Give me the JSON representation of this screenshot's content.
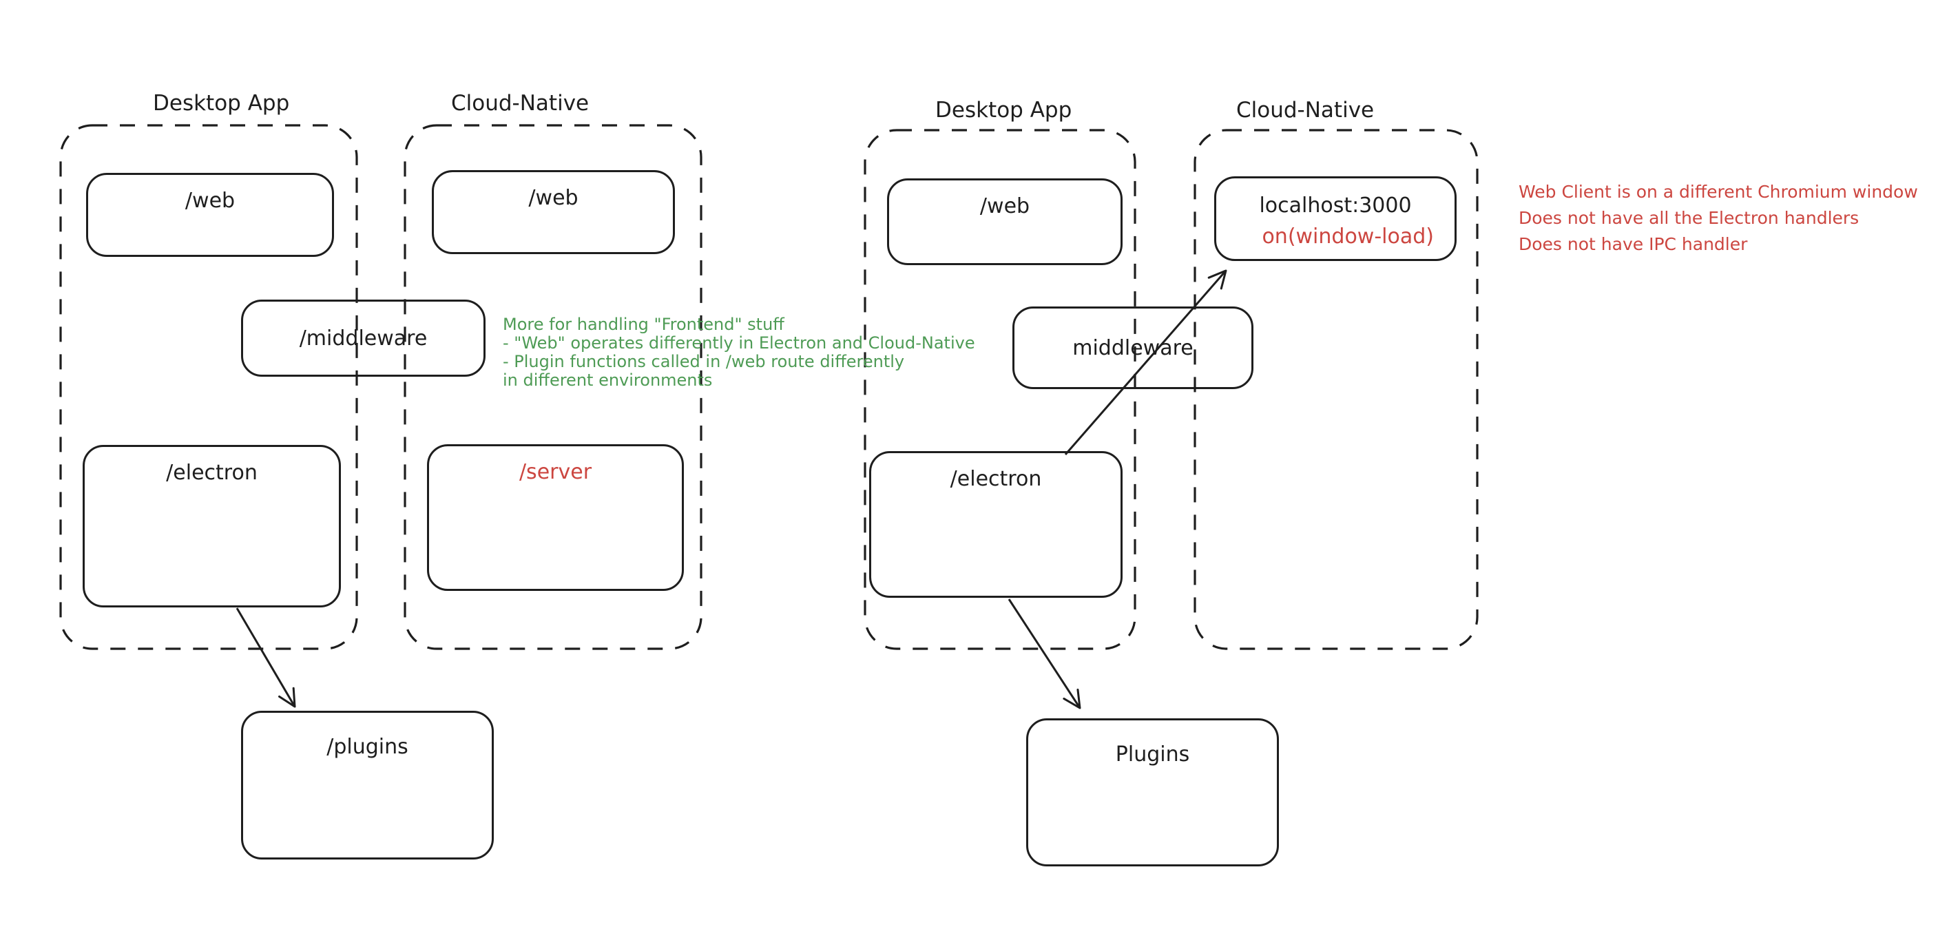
{
  "colors": {
    "ink": "#1e1e1e",
    "green": "#4e9b55",
    "red": "#cc4640",
    "background": "#ffffff"
  },
  "left": {
    "desktop_app": {
      "title": "Desktop App",
      "web": "/web",
      "electron": "/electron"
    },
    "cloud_native": {
      "title": "Cloud-Native",
      "web": "/web",
      "server": "/server"
    },
    "middleware": "/middleware",
    "plugins": "/plugins",
    "green_note": {
      "line1": "More for handling \"Frontend\" stuff",
      "line2": "- \"Web\" operates differently in Electron and Cloud-Native",
      "line3": "- Plugin functions called in /web route differently",
      "line4": "in different environments"
    }
  },
  "right": {
    "desktop_app": {
      "title": "Desktop App",
      "web": "/web",
      "electron": "/electron"
    },
    "cloud_native": {
      "title": "Cloud-Native",
      "localhost": "localhost:3000",
      "on_window_load": "on(window-load)"
    },
    "middleware": "middleware",
    "plugins": "Plugins",
    "red_note": {
      "line1": "Web Client is on a different Chromium window",
      "line2": "Does not have all the Electron handlers",
      "line3": "Does not have IPC handler"
    }
  }
}
